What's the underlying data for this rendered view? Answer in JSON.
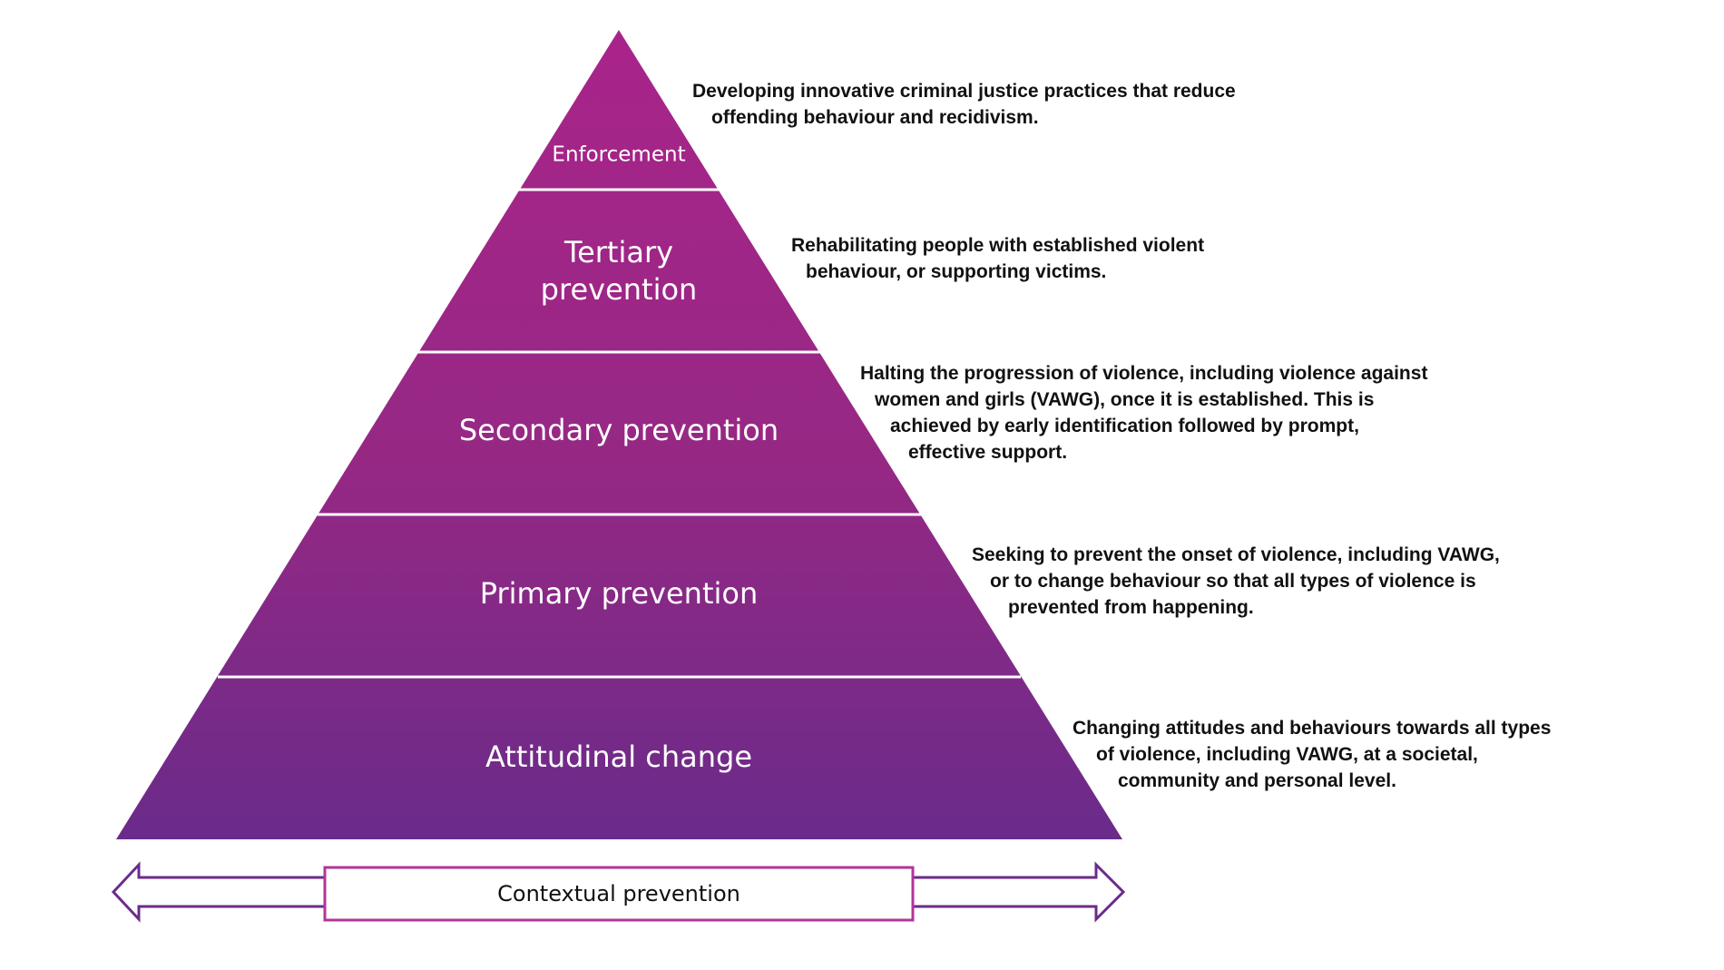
{
  "colors": {
    "tier_top": "#a9248a",
    "tier_bottom": "#6a2b8a",
    "divider": "#ffffff",
    "arrow_outline": "#6a2b8a",
    "context_box_outline": "#b0359a",
    "text_dark": "#111111"
  },
  "pyramid": {
    "tiers": [
      {
        "label": "Enforcement"
      },
      {
        "label_lines": [
          "Tertiary",
          "prevention"
        ]
      },
      {
        "label": "Secondary prevention"
      },
      {
        "label": "Primary prevention"
      },
      {
        "label": "Attitudinal change"
      }
    ]
  },
  "descriptions": [
    {
      "lines": [
        "Developing innovative criminal justice practices that reduce",
        "offending behaviour and recidivism."
      ]
    },
    {
      "lines": [
        "Rehabilitating people with established violent",
        "behaviour, or supporting victims."
      ]
    },
    {
      "lines": [
        "Halting the progression of violence, including violence against",
        "women and girls (VAWG), once it is established. This is",
        "achieved by early identification followed by prompt,",
        "effective support."
      ]
    },
    {
      "lines": [
        "Seeking to prevent the onset of violence, including VAWG,",
        "or to change behaviour so that all types of violence is",
        "prevented from happening."
      ]
    },
    {
      "lines": [
        "Changing attitudes and behaviours towards all types",
        "of violence, including VAWG, at a societal,",
        "community and personal level."
      ]
    }
  ],
  "contextual": {
    "label": "Contextual prevention"
  }
}
